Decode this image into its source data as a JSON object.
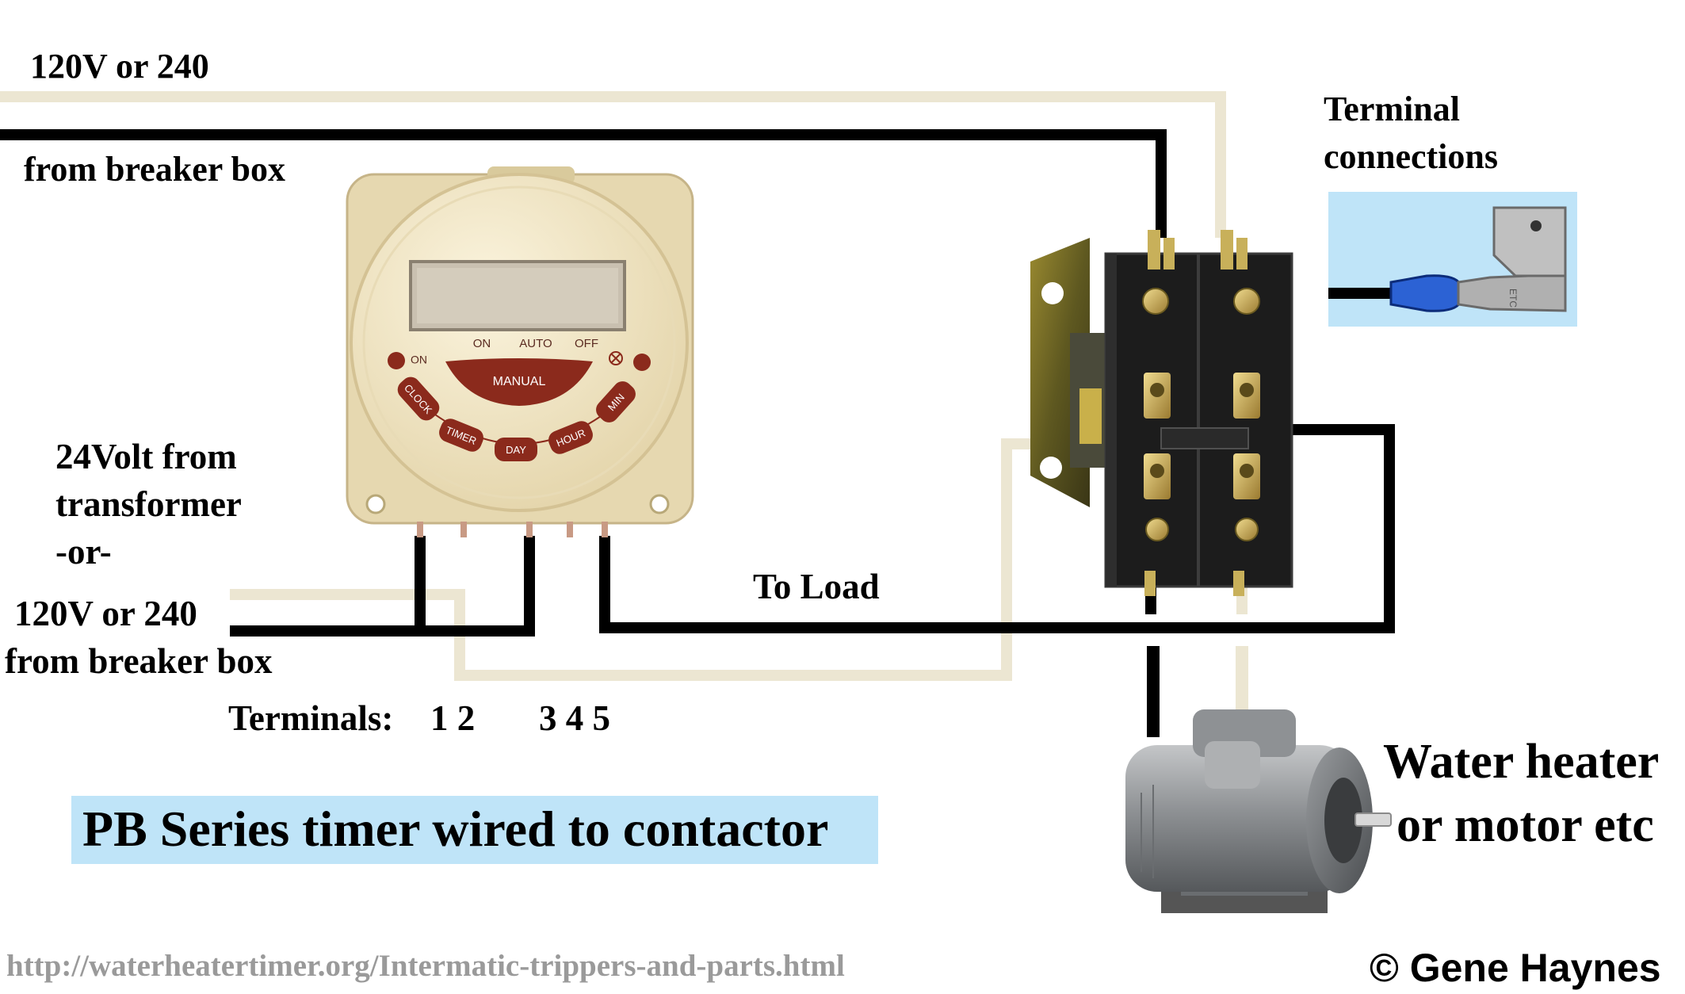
{
  "labels": {
    "supply_top_voltage": "120V or 240",
    "supply_top_source": "from breaker box",
    "terminal_connections_1": "Terminal",
    "terminal_connections_2": "connections",
    "coil_source_1": "24Volt from",
    "coil_source_2": "transformer",
    "coil_source_3": "-or-",
    "coil_alt_voltage": "120V or 240",
    "coil_alt_source": "from breaker box",
    "to_load": "To Load",
    "terminals_prefix": "Terminals:",
    "terminals_group_a": "1 2",
    "terminals_group_b": "3 4 5",
    "load_line_1": "Water heater",
    "load_line_2": "or motor etc",
    "caption": "PB Series timer wired to contactor",
    "url": "http://waterheatertimer.org/Intermatic-trippers-and-parts.html",
    "copyright": "© Gene Haynes"
  },
  "timer": {
    "on_indicator": "ON",
    "mode_on": "ON",
    "mode_auto": "AUTO",
    "mode_off": "OFF",
    "manual": "MANUAL",
    "btn_clock": "CLOCK",
    "btn_timer": "TIMER",
    "btn_day": "DAY",
    "btn_hour": "HOUR",
    "btn_min": "MIN"
  },
  "terminal_detail": {
    "tag": "ETC"
  },
  "colors": {
    "hot_wire": "#000000",
    "neutral_wire": "#ece6d2",
    "caption_bg": "#bfe4f8",
    "terminal_bg": "#bfe4f8",
    "timer_body": "#f2e6c4",
    "timer_button": "#8b2a1c",
    "url_text": "#9a9a9a"
  }
}
